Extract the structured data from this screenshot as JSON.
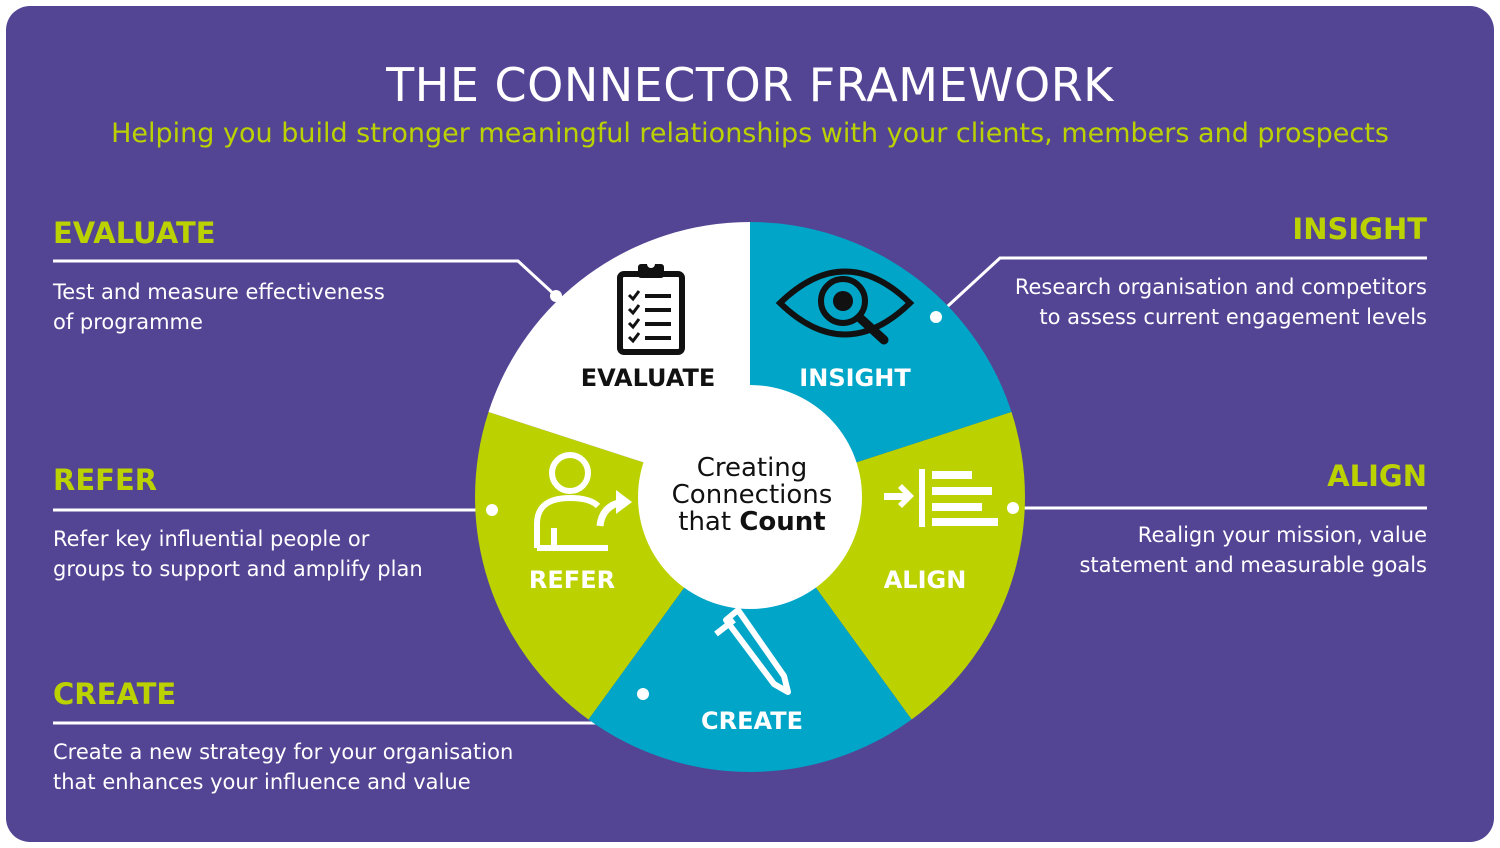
{
  "header": {
    "title": "THE CONNECTOR FRAMEWORK",
    "subtitle": "Helping you build stronger meaningful relationships with your clients, members and prospects"
  },
  "center": {
    "line1": "Creating",
    "line2": "Connections",
    "line3_prefix": "that ",
    "line3_bold": "Count"
  },
  "stages": {
    "evaluate": {
      "label": "EVALUATE",
      "desc_line1": "Test and measure effectiveness",
      "desc_line2": "of programme",
      "icon": "clipboard-checklist-icon"
    },
    "insight": {
      "label": "INSIGHT",
      "desc_line1": "Research organisation and competitors",
      "desc_line2": "to assess current engagement levels",
      "icon": "eye-magnifier-icon"
    },
    "align": {
      "label": "ALIGN",
      "desc_line1": "Realign your mission, value",
      "desc_line2": "statement and measurable goals",
      "icon": "align-left-arrow-icon"
    },
    "create": {
      "label": "CREATE",
      "desc_line1": "Create a new strategy for your organisation",
      "desc_line2": "that enhances your influence and value",
      "icon": "pencil-icon"
    },
    "refer": {
      "label": "REFER",
      "desc_line1": "Refer key influential people or",
      "desc_line2": "groups to support and amplify plan",
      "icon": "person-share-icon"
    }
  },
  "colors": {
    "background": "#534594",
    "lime": "#bcd200",
    "teal": "#00a5c7",
    "white": "#ffffff"
  }
}
